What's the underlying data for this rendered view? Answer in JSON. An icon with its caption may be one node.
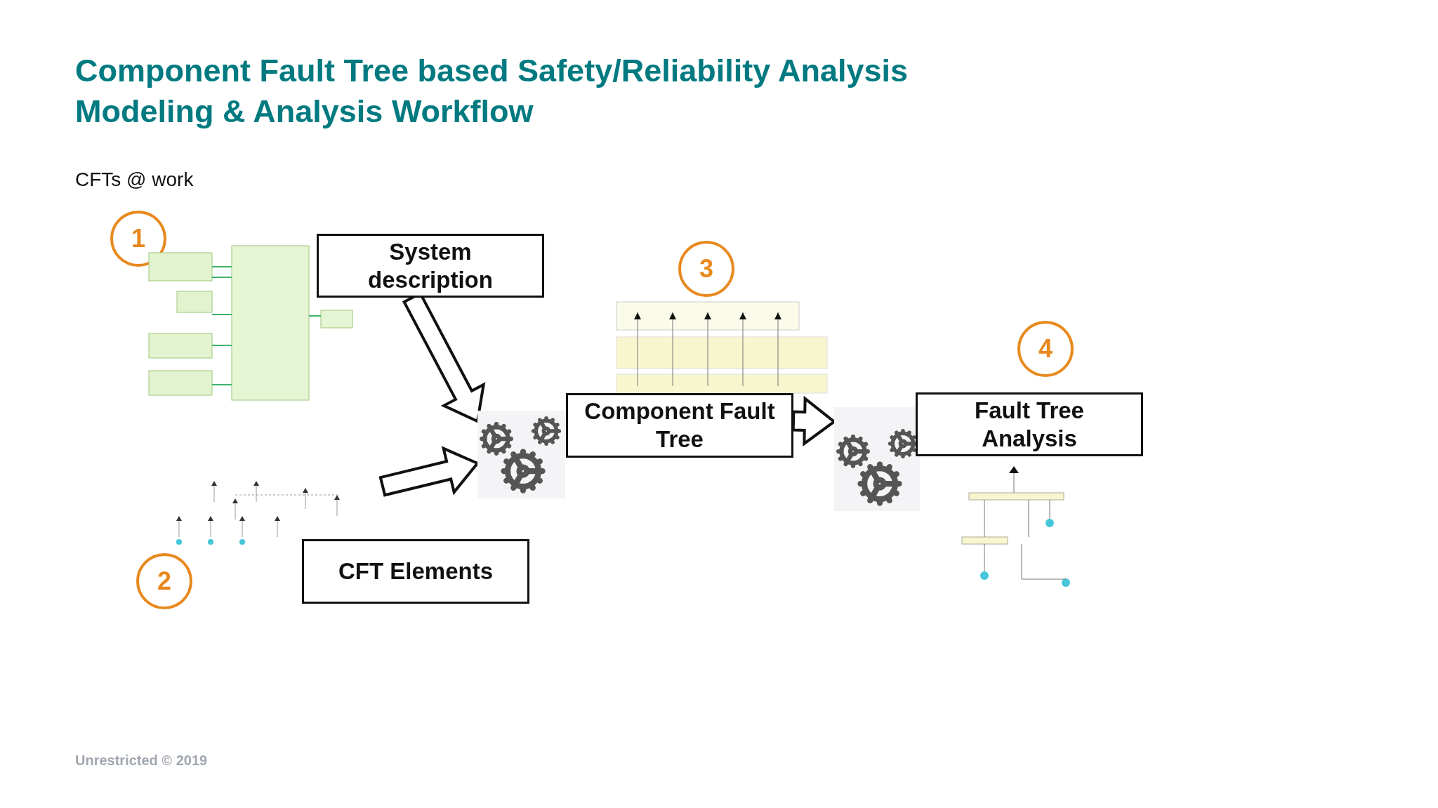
{
  "diagram": {
    "title": "Component Fault Tree based Safety/Reliability Analysis Modeling & Analysis Workflow",
    "nodes": [
      {
        "text": [
          "1"
        ]
      },
      {
        "text": [
          "System description"
        ]
      },
      {
        "text": [],
        "shape": "picture"
      },
      {
        "text": [
          "3"
        ]
      },
      {
        "text": [],
        "shape": "picture"
      },
      {
        "text": [],
        "shape": "picture"
      },
      {
        "text": [
          "Component Fault Tree"
        ]
      },
      {
        "text": [
          "4"
        ]
      },
      {
        "text": [],
        "shape": "picture"
      },
      {
        "text": [
          "Fault Tree Analysis"
        ]
      },
      {
        "text": [],
        "shape": "picture"
      },
      {
        "text": [
          "2"
        ]
      },
      {
        "text": [],
        "shape": "picture"
      },
      {
        "text": [
          "CFT Elements"
        ]
      }
    ],
    "edges": [
      {
        "from": 1,
        "to": 5,
        "arrow": "to"
      },
      {
        "from": 12,
        "to": 5,
        "arrow": "to"
      },
      {
        "from": 6,
        "to": 8,
        "arrow": "to"
      }
    ],
    "labels": [
      "CFTs @ work",
      "Unrestricted © 2019"
    ]
  }
}
